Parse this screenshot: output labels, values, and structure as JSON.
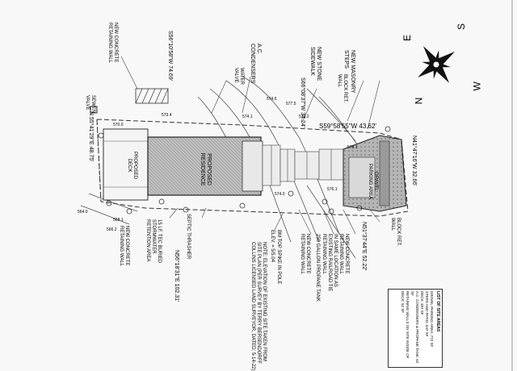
{
  "compass": {
    "n": "N",
    "s": "S",
    "e": "E",
    "w": "W"
  },
  "labels": {
    "masonry_steps": "NEW MASONRY STEPS",
    "block_ret_wall_top": "BLOCK RET. WALL",
    "stone_sidewalk": "NEW STONE SIDEWALK",
    "ac_condensers": "A.C. CONDENSERS",
    "water_valve": "WATER VALVE",
    "concrete_wall_left": "NEW CONCRETE RETAINING WALL",
    "sewer_valve": "SEWER VALVE",
    "proposed_residence": "PROPOSED RESIDENCE",
    "proposed_deck": "PROPOSED DECK",
    "gravel_parking": "GRAVEL PARKING AREA",
    "block_ret_wall_right": "BLOCK RET. WALL",
    "septic": "SEPTIC THRASHER",
    "stormwater": "15 LF. TEC BURIED STORMWATER RETENTION AREA",
    "concrete_wall_bottom": "NEW CONCRETE RETAINING WALL",
    "concrete_wall_right_1": "NEW CONCRETE RETAINING WALL",
    "railroad_tie": "IN SAME LOCATION AS EXISTING RAILROAD TIE RETAINING WALL",
    "propane": "250 GALLON PROPANE TANK",
    "concrete_wall_right_2": "NEW CONCRETE RETAINING WALL",
    "bm_top": "BM TOP SPIKE IN POLE",
    "bm_elev": "ELEV. = 5/5.04",
    "note": "NOTE: ELEVATION OF EXISTING SITE TAKEN FROM SITE PLAN (PER SURVEY BY TERRY BERSENDORFF COLLINS LICENSED LAND SURVEYOR, DATED: 5-14-22)"
  },
  "bearings": {
    "top": "S56°10'58\"W  74.69'",
    "mid_top": "S66°08'37\"W  34.24'",
    "inner": "S59°58'55\"W  43.62'",
    "right_vert": "N41°47'16\"W  32.66'",
    "bottom_mid": "N51°37'44\"E  52.22'",
    "bottom_left": "N 55°41'29\"E  48.75'",
    "bottom": "N56°18'31\"E  102.31'"
  },
  "area_list": {
    "title": "LIST OF SITE AREAS",
    "items": [
      "GRAVEL PARKING AREA: 772 SF",
      "STEPS AND PATIO: 547 SF",
      "DECK: 397 SF",
      "A.C. CONDENSERS & PROPANE TANK: 62 SF",
      "RETAINING WALLS ON SITE INSIDE OF DECK: 92 SF"
    ]
  },
  "elevations": [
    "574.6",
    "577.5",
    "573.2",
    "574.1",
    "570.0",
    "578.1",
    "574.0",
    "568.1",
    "566.2",
    "564.0",
    "576.1",
    "573.4"
  ]
}
